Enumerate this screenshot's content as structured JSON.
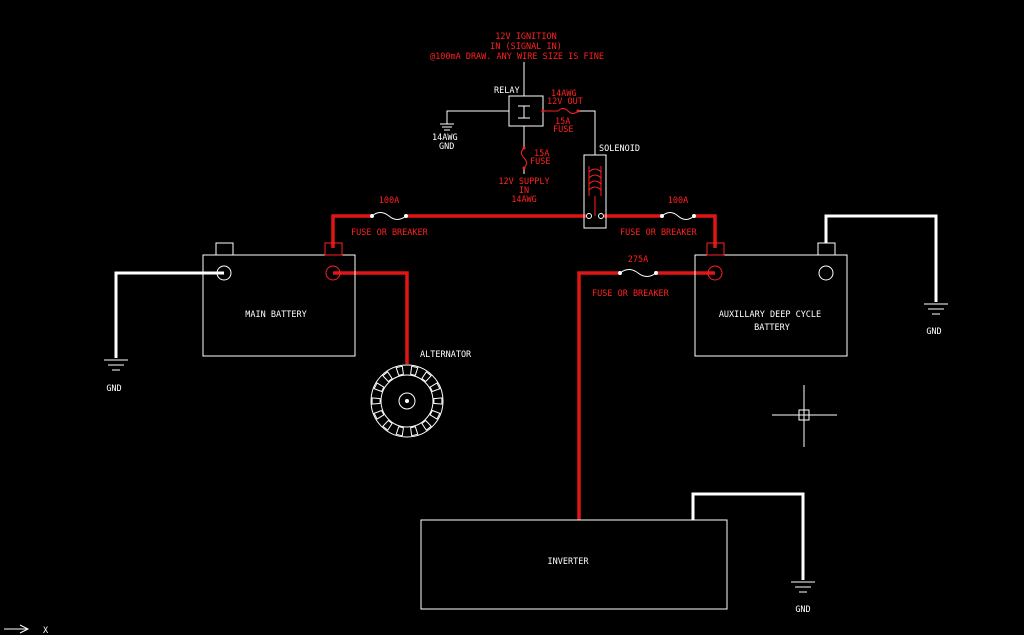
{
  "colors": {
    "background": "#000000",
    "positive_wire": "#e01515",
    "ground_wire": "#ffffff",
    "label_red": "#ff2020",
    "label_white": "#ffffff"
  },
  "labels": {
    "ignition_line1": "12V IGNITION",
    "ignition_line2": "IN (SIGNAL IN)",
    "ignition_line3": "@100mA DRAW.  ANY WIRE SIZE IS FINE",
    "relay": "RELAY",
    "relay_out_gauge": "14AWG",
    "relay_out": "12V OUT",
    "relay_out_fuse_amps": "15A",
    "relay_out_fuse": "FUSE",
    "relay_gnd_gauge": "14AWG",
    "relay_gnd": "GND",
    "supply_fuse_amps": "15A",
    "supply_fuse": "FUSE",
    "supply_line1": "12V SUPPLY",
    "supply_line2": "IN",
    "supply_line3": "14AWG",
    "solenoid": "SOLENOID",
    "left_fuse_amps": "100A",
    "left_fuse": "FUSE OR BREAKER",
    "right_fuse_amps": "100A",
    "right_fuse": "FUSE OR BREAKER",
    "inverter_fuse_amps": "275A",
    "inverter_fuse": "FUSE OR BREAKER",
    "main_battery": "MAIN BATTERY",
    "aux_battery_line1": "AUXILLARY DEEP CYCLE",
    "aux_battery_line2": "BATTERY",
    "alternator": "ALTERNATOR",
    "inverter": "INVERTER",
    "gnd_left": "GND",
    "gnd_right": "GND",
    "gnd_inverter": "GND"
  },
  "ucs": {
    "axis_x": "X"
  }
}
